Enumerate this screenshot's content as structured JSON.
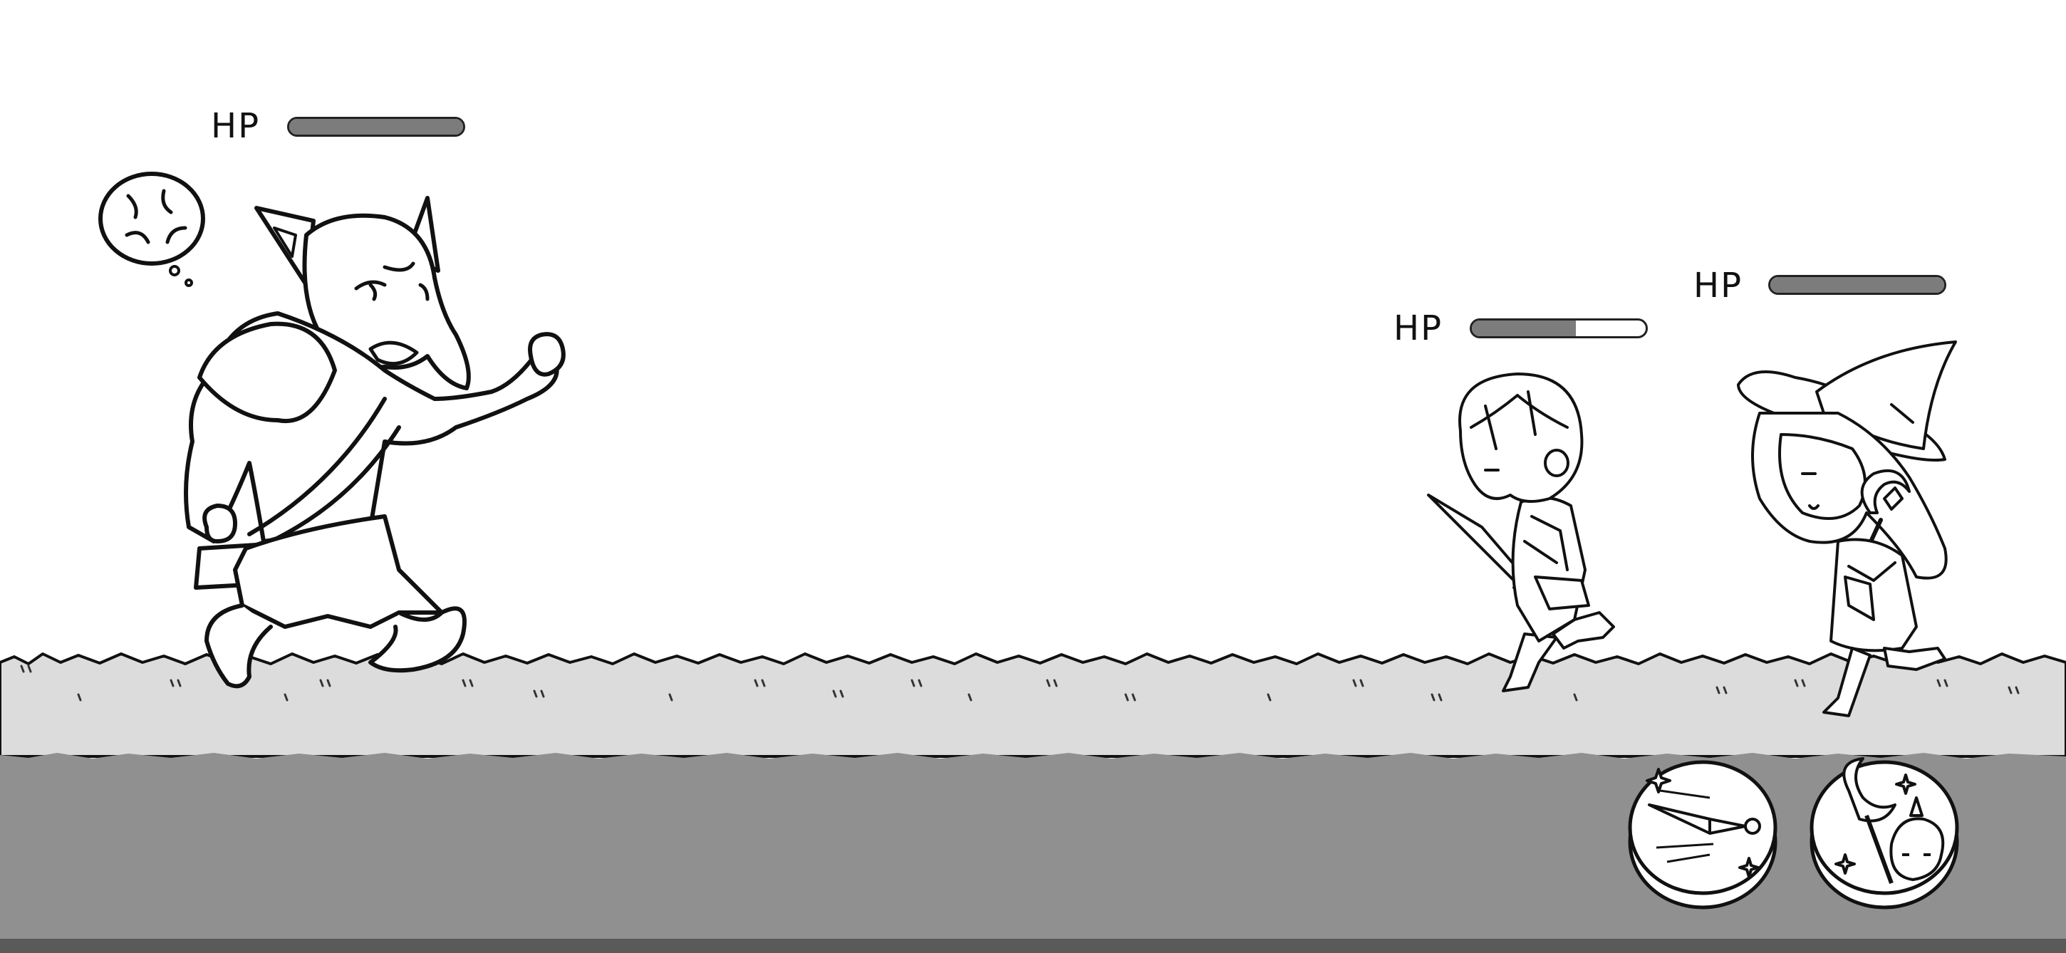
{
  "hud": {
    "hp_label": "HP",
    "goblin": {
      "hp_fraction": 1.0
    },
    "knight": {
      "hp_fraction": 0.6
    },
    "witch": {
      "hp_fraction": 1.0
    }
  },
  "skills": [
    {
      "icon": "sword-slash-icon"
    },
    {
      "icon": "witch-moon-staff-icon"
    }
  ],
  "colors": {
    "sky": "#ffffff",
    "grass": "#dcdcdc",
    "dirt": "#909090",
    "bottom_bar": "#5a5a5a",
    "hp_fill": "#7c7c7c",
    "line": "#111111"
  }
}
